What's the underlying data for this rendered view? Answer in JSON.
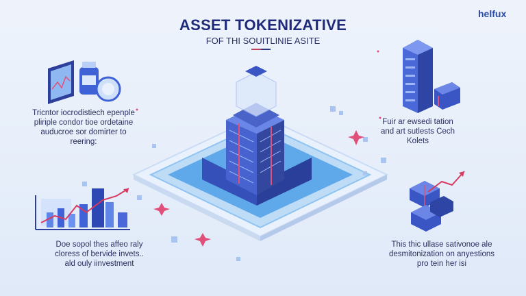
{
  "header": {
    "title": "ASSET TOKENIZATIVE",
    "subtitle": "FOF THI SOUITLINIE ASITE",
    "logo": "helfux"
  },
  "captions": {
    "top_left": [
      "Tricntor iocrodistiech epenple",
      "pliriple condor tioe ordetaine",
      "auducroe sor domirter to",
      "reering:"
    ],
    "top_right": [
      "Fuir ar ewsedi tation",
      "and art sutlests Cech",
      "Kolets"
    ],
    "bottom_left": [
      "Doe sopol thes affeo raly",
      "cloress of bervide invets..",
      "ald ouly iinvestment"
    ],
    "bottom_right": [
      "This thic ullase sativonoe ale",
      "desmitonization on anyestions",
      "pro tein her isi"
    ]
  },
  "colors": {
    "navy": "#1f2b7a",
    "blue": "#3f62d6",
    "light_blue": "#7fb3f0",
    "accent_pink": "#e0507a",
    "background": "#eaf1fb"
  }
}
